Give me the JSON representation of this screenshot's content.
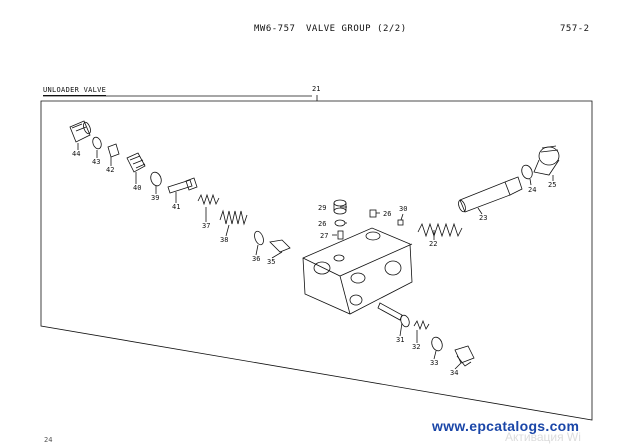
{
  "header": {
    "code": "MW6-757",
    "title": "VALVE GROUP (2/2)",
    "page": "757-2"
  },
  "section": {
    "label": "UNLOADER VALVE"
  },
  "assembly_callout": "21",
  "callouts": [
    "44",
    "43",
    "42",
    "40",
    "39",
    "41",
    "37",
    "38",
    "36",
    "35",
    "29",
    "26",
    "27",
    "26",
    "30",
    "25",
    "24",
    "23",
    "22",
    "31",
    "32",
    "33",
    "34"
  ],
  "watermark": "www.epcatalogs.com",
  "ghost_text": "Активация Wi",
  "footer": "24"
}
